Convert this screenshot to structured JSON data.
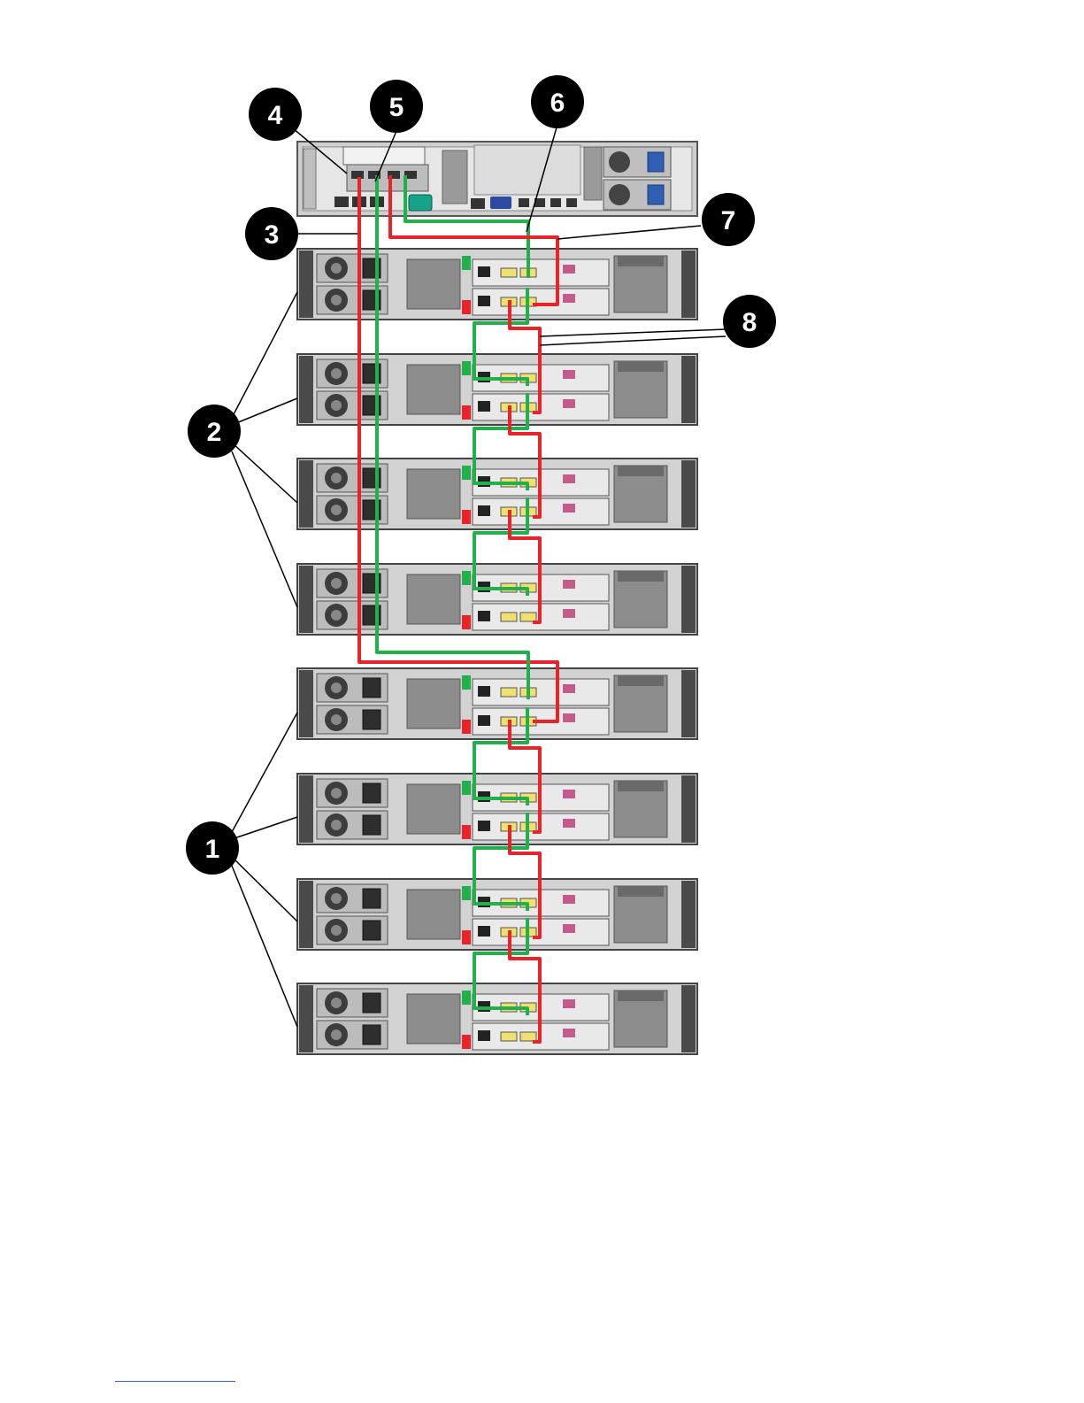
{
  "diagram": {
    "callouts": [
      {
        "id": "c1",
        "label": "1"
      },
      {
        "id": "c2",
        "label": "2"
      },
      {
        "id": "c3",
        "label": "3"
      },
      {
        "id": "c4",
        "label": "4"
      },
      {
        "id": "c5",
        "label": "5"
      },
      {
        "id": "c6",
        "label": "6"
      },
      {
        "id": "c7",
        "label": "7"
      },
      {
        "id": "c8",
        "label": "8"
      }
    ],
    "server": {
      "name": "server"
    },
    "enclosures": {
      "count": 8,
      "group_a_count": 4,
      "group_b_count": 4
    },
    "cables": {
      "path_a_color": "#e8232a",
      "path_b_color": "#21b04b"
    },
    "colors": {
      "chassis": "#d4d4d4",
      "chassis_dark": "#4a4a4a",
      "callout_fill": "#000000",
      "callout_text": "#ffffff"
    }
  }
}
